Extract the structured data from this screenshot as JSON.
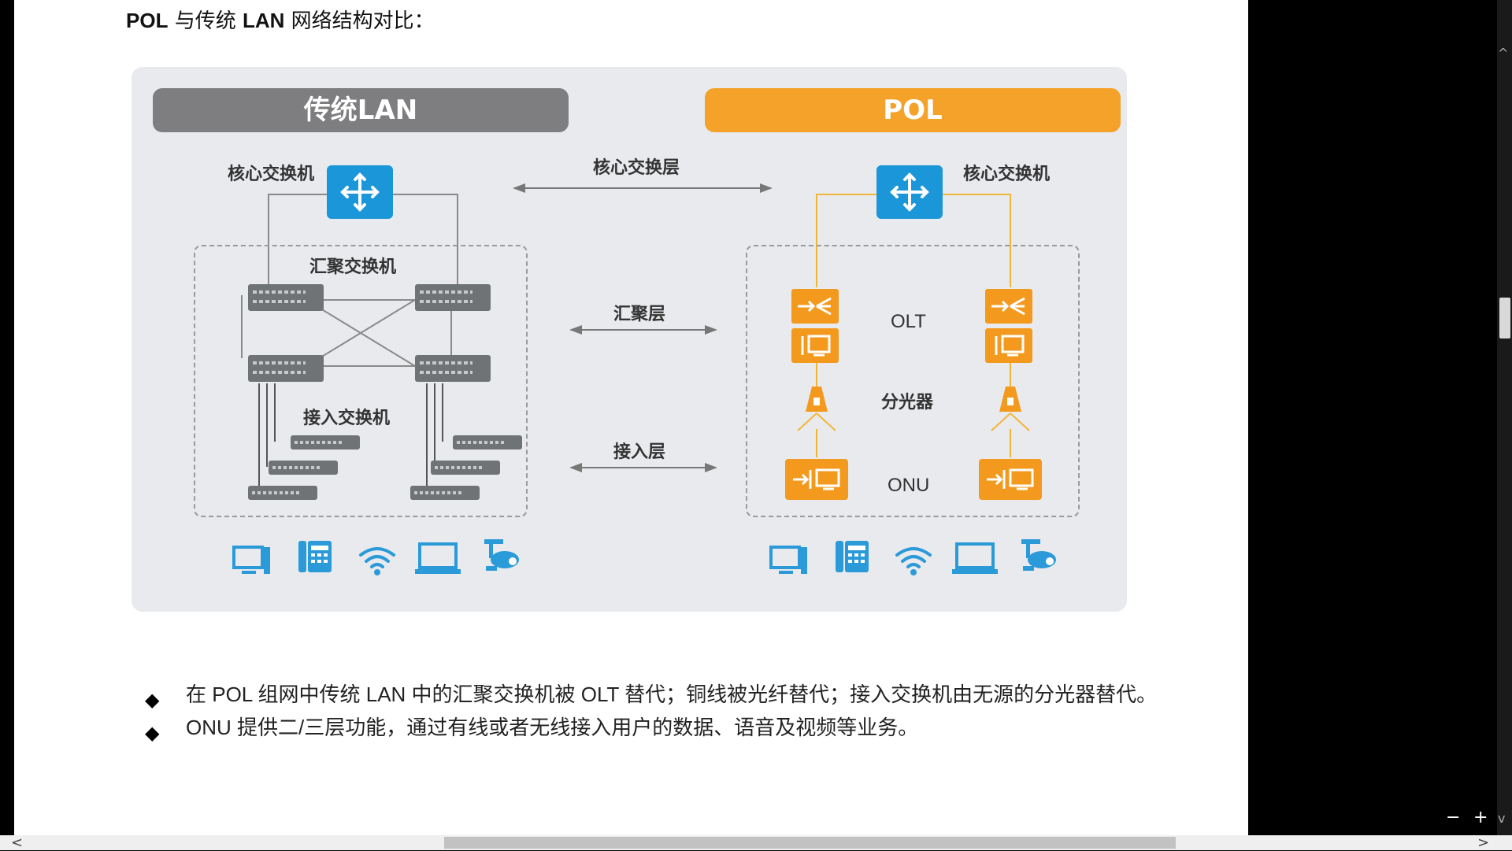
{
  "heading": {
    "part1": "POL",
    "part2": " 与传统 ",
    "part3": "LAN",
    "part4": " 网络结构对比："
  },
  "figure": {
    "pill_lan": "传统LAN",
    "pill_pol": "POL",
    "lan_core_label": "核心交换机",
    "pol_core_label": "核心交换机",
    "core_layer": "核心交换层",
    "aggregation_switch": "汇聚交换机",
    "access_switch": "接入交换机",
    "aggregation_layer": "汇聚层",
    "access_layer": "接入层",
    "olt": "OLT",
    "splitter": "分光器",
    "onu": "ONU"
  },
  "bullets": [
    "在 POL 组网中传统 LAN 中的汇聚交换机被 OLT 替代；铜线被光纤替代；接入交换机由无源的分光器替代。",
    "ONU 提供二/三层功能，通过有线或者无线接入用户的数据、语音及视频等业务。"
  ],
  "bullet_symbol": "◆",
  "controls": {
    "zoom_out": "−",
    "zoom_in": "+",
    "scroll_left": "<",
    "scroll_right": ">",
    "scroll_up": "^",
    "scroll_down": "v"
  },
  "colors": {
    "lan_gray": "#7e7e80",
    "pol_orange": "#f4a22a",
    "core_blue": "#1a96d9",
    "figure_bg": "#e9eaee"
  },
  "icons": [
    "router-icon",
    "switch-icon",
    "olt-icon",
    "splitter-icon",
    "onu-icon",
    "desktop-icon",
    "phone-icon",
    "wifi-icon",
    "laptop-icon",
    "camera-icon"
  ]
}
